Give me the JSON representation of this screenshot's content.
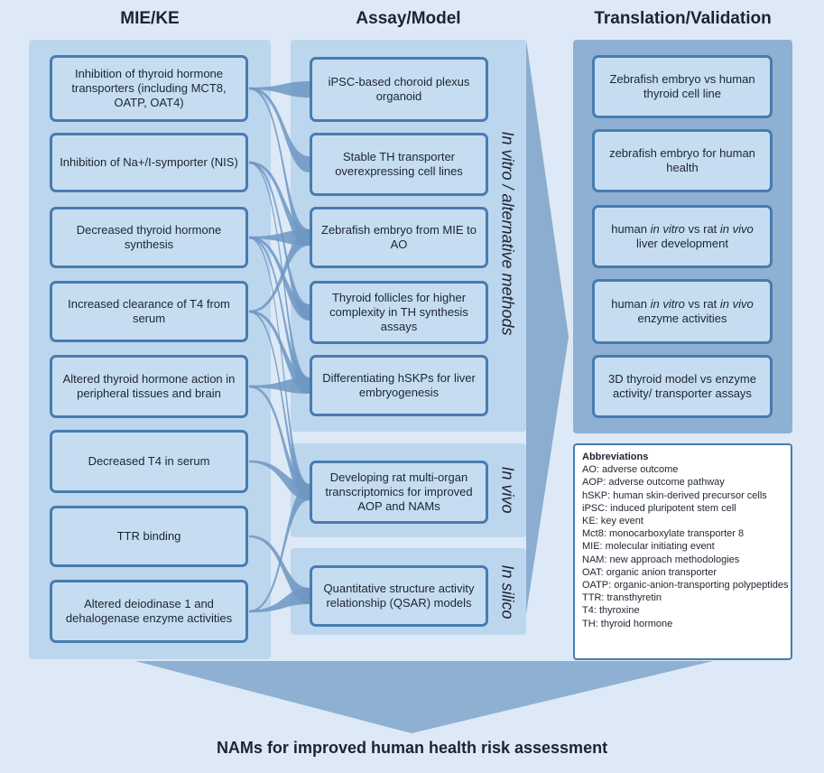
{
  "titles": {
    "mie_ke": "MIE/KE",
    "assay_model": "Assay/Model",
    "translation": "Translation/Validation"
  },
  "mie_ke_items": [
    "Inhibition of thyroid hormone transporters (including MCT8, OATP, OAT4)",
    "Inhibition of Na+/I-symporter (NIS)",
    "Decreased thyroid hormone synthesis",
    "Increased clearance of T4 from serum",
    "Altered thyroid hormone action in peripheral tissues and brain",
    "Decreased T4 in serum",
    "TTR binding",
    "Altered deiodinase 1 and dehalogenase enzyme activities"
  ],
  "in_vitro": {
    "label": "In vitro / alternative methods",
    "items": [
      "iPSC-based choroid plexus organoid",
      "Stable TH transporter overexpressing cell lines",
      "Zebrafish embryo from MIE to AO",
      "Thyroid follicles for higher complexity in TH synthesis assays",
      "Differentiating hSKPs for liver embryogenesis"
    ]
  },
  "in_vivo": {
    "label": "In vivo",
    "items": [
      "Developing rat multi-organ transcriptomics for improved AOP and NAMs"
    ]
  },
  "in_silico": {
    "label": "In silico",
    "items": [
      "Quantitative structure activity relationship (QSAR) models"
    ]
  },
  "translation_items": [
    "Zebrafish embryo vs human thyroid cell line",
    "zebrafish embryo for human health",
    "human in vitro vs rat in vivo liver development",
    "human in vitro vs rat in vivo enzyme activities",
    "3D thyroid model vs enzyme activity/ transporter assays"
  ],
  "abbreviations": {
    "title": "Abbreviations",
    "items": [
      "AO: adverse outcome",
      "AOP: adverse outcome pathway",
      "hSKP: human skin-derived precursor cells",
      "iPSC: induced pluripotent stem cell",
      "KE: key event",
      "Mct8: monocarboxylate transporter 8",
      "MIE: molecular initiating event",
      "NAM: new approach methodologies",
      "OAT: organic anion transporter",
      "OATP: organic-anion-transporting polypeptides",
      "TTR: transthyretin",
      "T4: thyroxine",
      "TH: thyroid hormone"
    ]
  },
  "bottom_label": "NAMs for improved human health risk assessment",
  "colors": {
    "background": "#dde9f6",
    "panel": "#bcd6ee",
    "panel_dark": "#8aadd0",
    "box_fill": "#c6ddf1",
    "box_border": "#477cb0",
    "connector": "#6f97c2"
  }
}
